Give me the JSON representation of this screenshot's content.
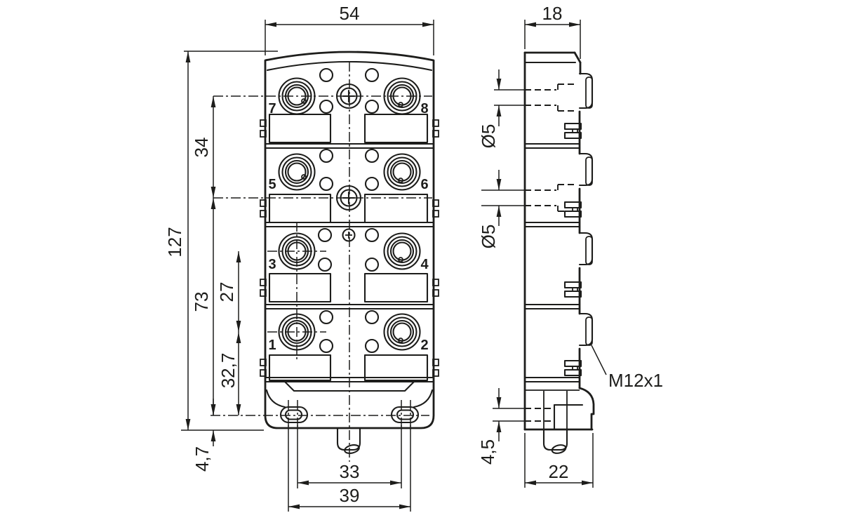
{
  "front_view": {
    "ports": [
      "1",
      "2",
      "3",
      "4",
      "5",
      "6",
      "7",
      "8"
    ],
    "dims": {
      "overall_width": "54",
      "overall_height": "127",
      "upper_port_pitch": "34",
      "port5_to_mount": "73",
      "lower_port_pitch": "27",
      "port1_to_mount": "32,7",
      "mount_to_bottom": "4,7",
      "slot_span_inner": "33",
      "slot_span_outer": "39"
    }
  },
  "side_view": {
    "dims": {
      "body_depth": "18",
      "hole_upper": "Ø5",
      "hole_lower": "Ø5",
      "thread": "M12x1",
      "slot_height": "4,5",
      "base_depth": "22"
    }
  },
  "colors": {
    "line": "#1d1d1b",
    "background": "#ffffff"
  }
}
